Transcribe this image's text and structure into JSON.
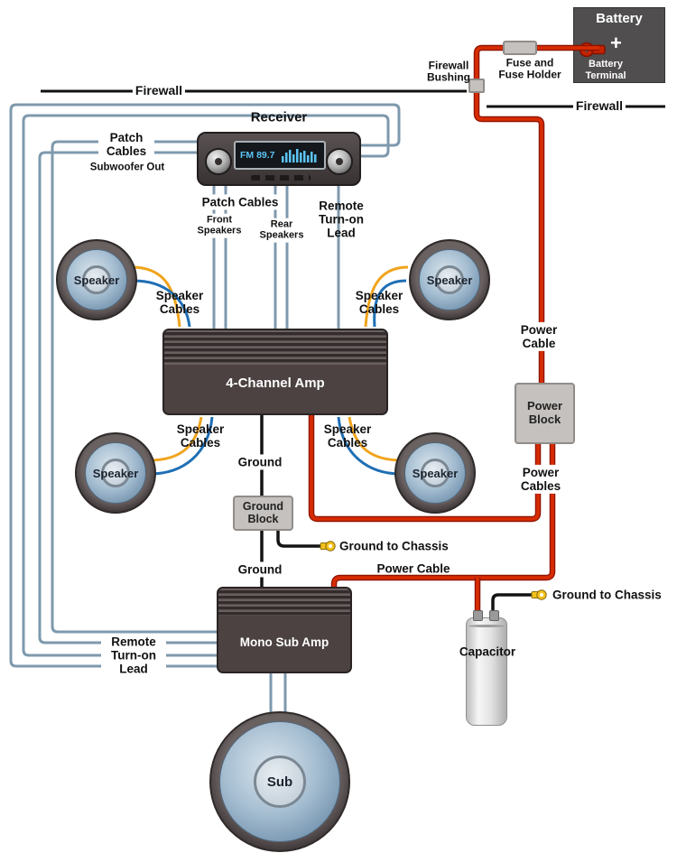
{
  "battery": {
    "title": "Battery",
    "plus": "+",
    "terminal_label": "Battery Terminal"
  },
  "fuse_label": "Fuse and Fuse Holder",
  "firewall_bushing_label": "Firewall Bushing",
  "firewall_left_label": "Firewall",
  "firewall_right_label": "Firewall",
  "receiver": {
    "title": "Receiver",
    "display": "FM 89.7",
    "patch_left": "Patch Cables",
    "subwoofer_out": "Subwoofer Out",
    "patch_bottom": "Patch Cables",
    "front": "Front Speakers",
    "rear": "Rear Speakers",
    "remote": "Remote Turn-on Lead"
  },
  "speaker": {
    "label": "Speaker",
    "cables": "Speaker Cables"
  },
  "amp4_label": "4-Channel Amp",
  "power": {
    "cable": "Power Cable",
    "block": "Power Block",
    "cables": "Power Cables",
    "cable_mono": "Power Cable"
  },
  "ground": {
    "upper": "Ground",
    "block": "Ground Block",
    "chassis_upper": "Ground to Chassis",
    "lower": "Ground",
    "chassis_lower": "Ground to Chassis"
  },
  "mono_amp": {
    "label": "Mono Sub Amp",
    "remote": "Remote Turn-on Lead"
  },
  "capacitor_label": "Capacitor",
  "sub_label": "Sub",
  "colors": {
    "power_wire": "#d62c00",
    "signal_wire": "#7e99ad",
    "ground_wire": "#141414",
    "speaker_wire_orange": "#f0a41c",
    "speaker_wire_blue": "#1f6fb5",
    "display_text": "#5bc4f4"
  }
}
